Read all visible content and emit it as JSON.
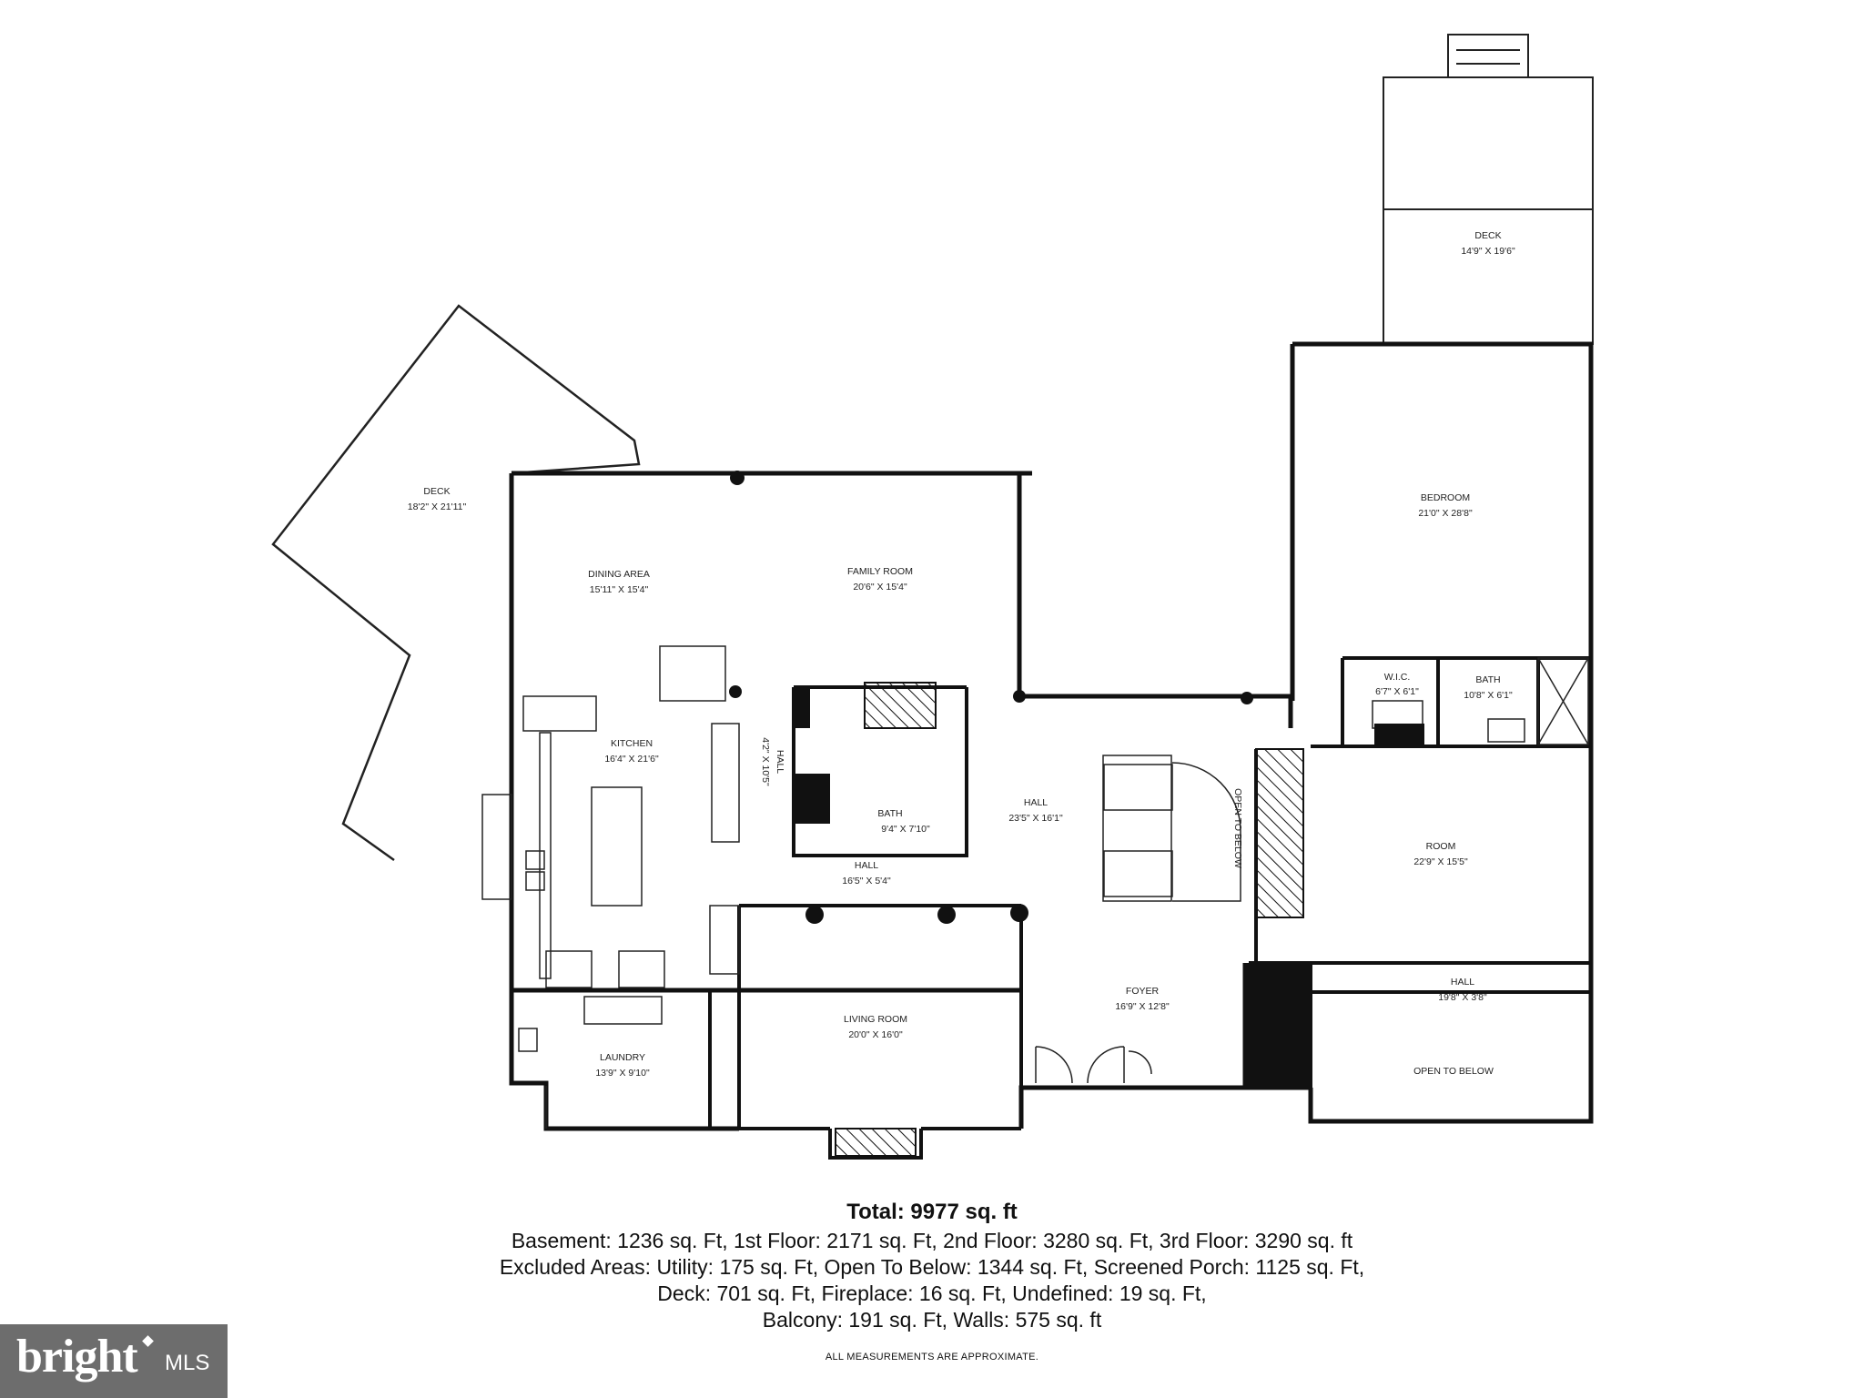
{
  "rooms": {
    "deck_left": {
      "name": "DECK",
      "dims": "18'2\" X 21'11\""
    },
    "dining_area": {
      "name": "DINING AREA",
      "dims": "15'11\" X 15'4\""
    },
    "family_room": {
      "name": "FAMILY ROOM",
      "dims": "20'6\" X 15'4\""
    },
    "deck_top": {
      "name": "DECK",
      "dims": "14'9\" X 19'6\""
    },
    "bedroom": {
      "name": "BEDROOM",
      "dims": "21'0\" X 28'8\""
    },
    "wic": {
      "name": "W.I.C.",
      "dims": "6'7\" X 6'1\""
    },
    "bath_master": {
      "name": "BATH",
      "dims": "10'8\" X 6'1\""
    },
    "kitchen": {
      "name": "KITCHEN",
      "dims": "16'4\" X 21'6\""
    },
    "hall_vertical": {
      "name": "HALL",
      "dims": "4'2\" X 10'5\""
    },
    "bath_small": {
      "name": "BATH",
      "dims": "9'4\" X 7'10\""
    },
    "hall_main": {
      "name": "HALL",
      "dims": "23'5\" X 16'1\""
    },
    "open_to_below_vertical": {
      "name": "OPEN TO BELOW"
    },
    "room": {
      "name": "ROOM",
      "dims": "22'9\" X 15'5\""
    },
    "hall_small": {
      "name": "HALL",
      "dims": "16'5\" X 5'4\""
    },
    "living_room": {
      "name": "LIVING ROOM",
      "dims": "20'0\" X 16'0\""
    },
    "foyer": {
      "name": "FOYER",
      "dims": "16'9\" X 12'8\""
    },
    "hall_right": {
      "name": "HALL",
      "dims": "19'8\" X 3'8\""
    },
    "open_to_below": {
      "name": "OPEN TO BELOW"
    },
    "laundry": {
      "name": "LAUNDRY",
      "dims": "13'9\" X 9'10\""
    }
  },
  "summary": {
    "total": "Total: 9977 sq. ft",
    "line1": "Basement: 1236 sq. Ft, 1st Floor: 2171 sq. Ft, 2nd Floor: 3280 sq. Ft, 3rd Floor: 3290 sq. ft",
    "line2": "Excluded Areas: Utility: 175 sq. Ft, Open To Below: 1344 sq. Ft, Screened Porch: 1125 sq. Ft,",
    "line3": "Deck: 701 sq. Ft, Fireplace: 16 sq. Ft, Undefined: 19 sq. Ft,",
    "line4": "Balcony: 191 sq. Ft, Walls: 575 sq. ft"
  },
  "note": "ALL MEASUREMENTS ARE APPROXIMATE.",
  "logo": {
    "brand": "bright",
    "suffix": "MLS"
  },
  "colors": {
    "wall": "#111111",
    "logo_bg": "#6d6d6d",
    "text": "#222222"
  }
}
